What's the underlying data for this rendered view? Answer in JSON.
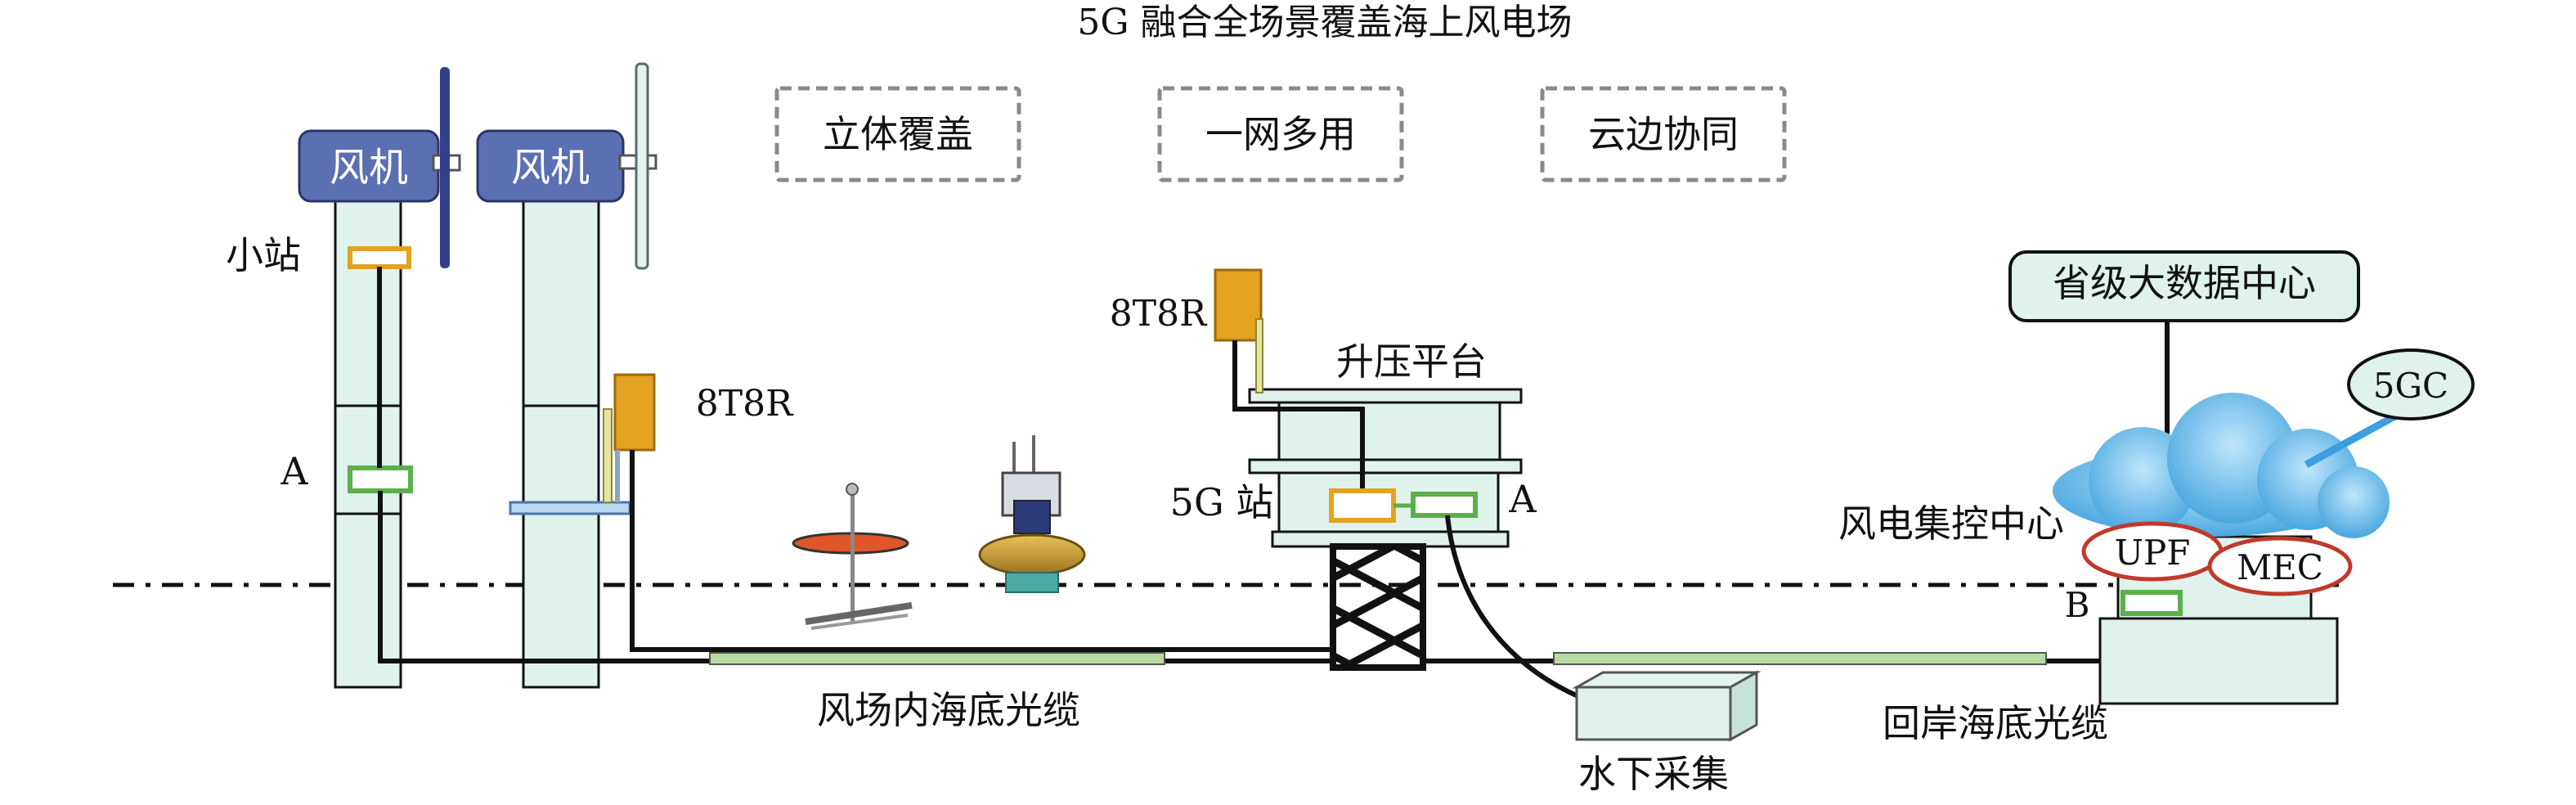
{
  "title": "5G 融合全场景覆盖海上风电场",
  "features": [
    "立体覆盖",
    "一网多用",
    "云边协同"
  ],
  "turbines": [
    "风机",
    "风机"
  ],
  "labels": {
    "small_station": "小站",
    "point_a_left": "A",
    "antenna_left": "8T8R",
    "antenna_platform": "8T8R",
    "booster_platform": "升压平台",
    "station_5g": "5G 站",
    "point_a_right": "A",
    "inner_cable": "风场内海底光缆",
    "underwater": "水下采集",
    "shore_cable": "回岸海底光缆",
    "control_center": "风电集控中心",
    "upf": "UPF",
    "mec": "MEC",
    "point_b": "B",
    "provincial_dc": "省级大数据中心",
    "core_5gc": "5GC"
  },
  "colors": {
    "tower_fill": "#dff2ec",
    "turbine_head": "#5b6fb3",
    "antenna": "#e3a21f",
    "node_orange": "#e3a21f",
    "node_green": "#5bb04a",
    "cable_green": "#b7dca0",
    "cloud": "#6ab6e6",
    "upf_mec_outline": "#c0392b",
    "dashed_box": "#888888"
  }
}
